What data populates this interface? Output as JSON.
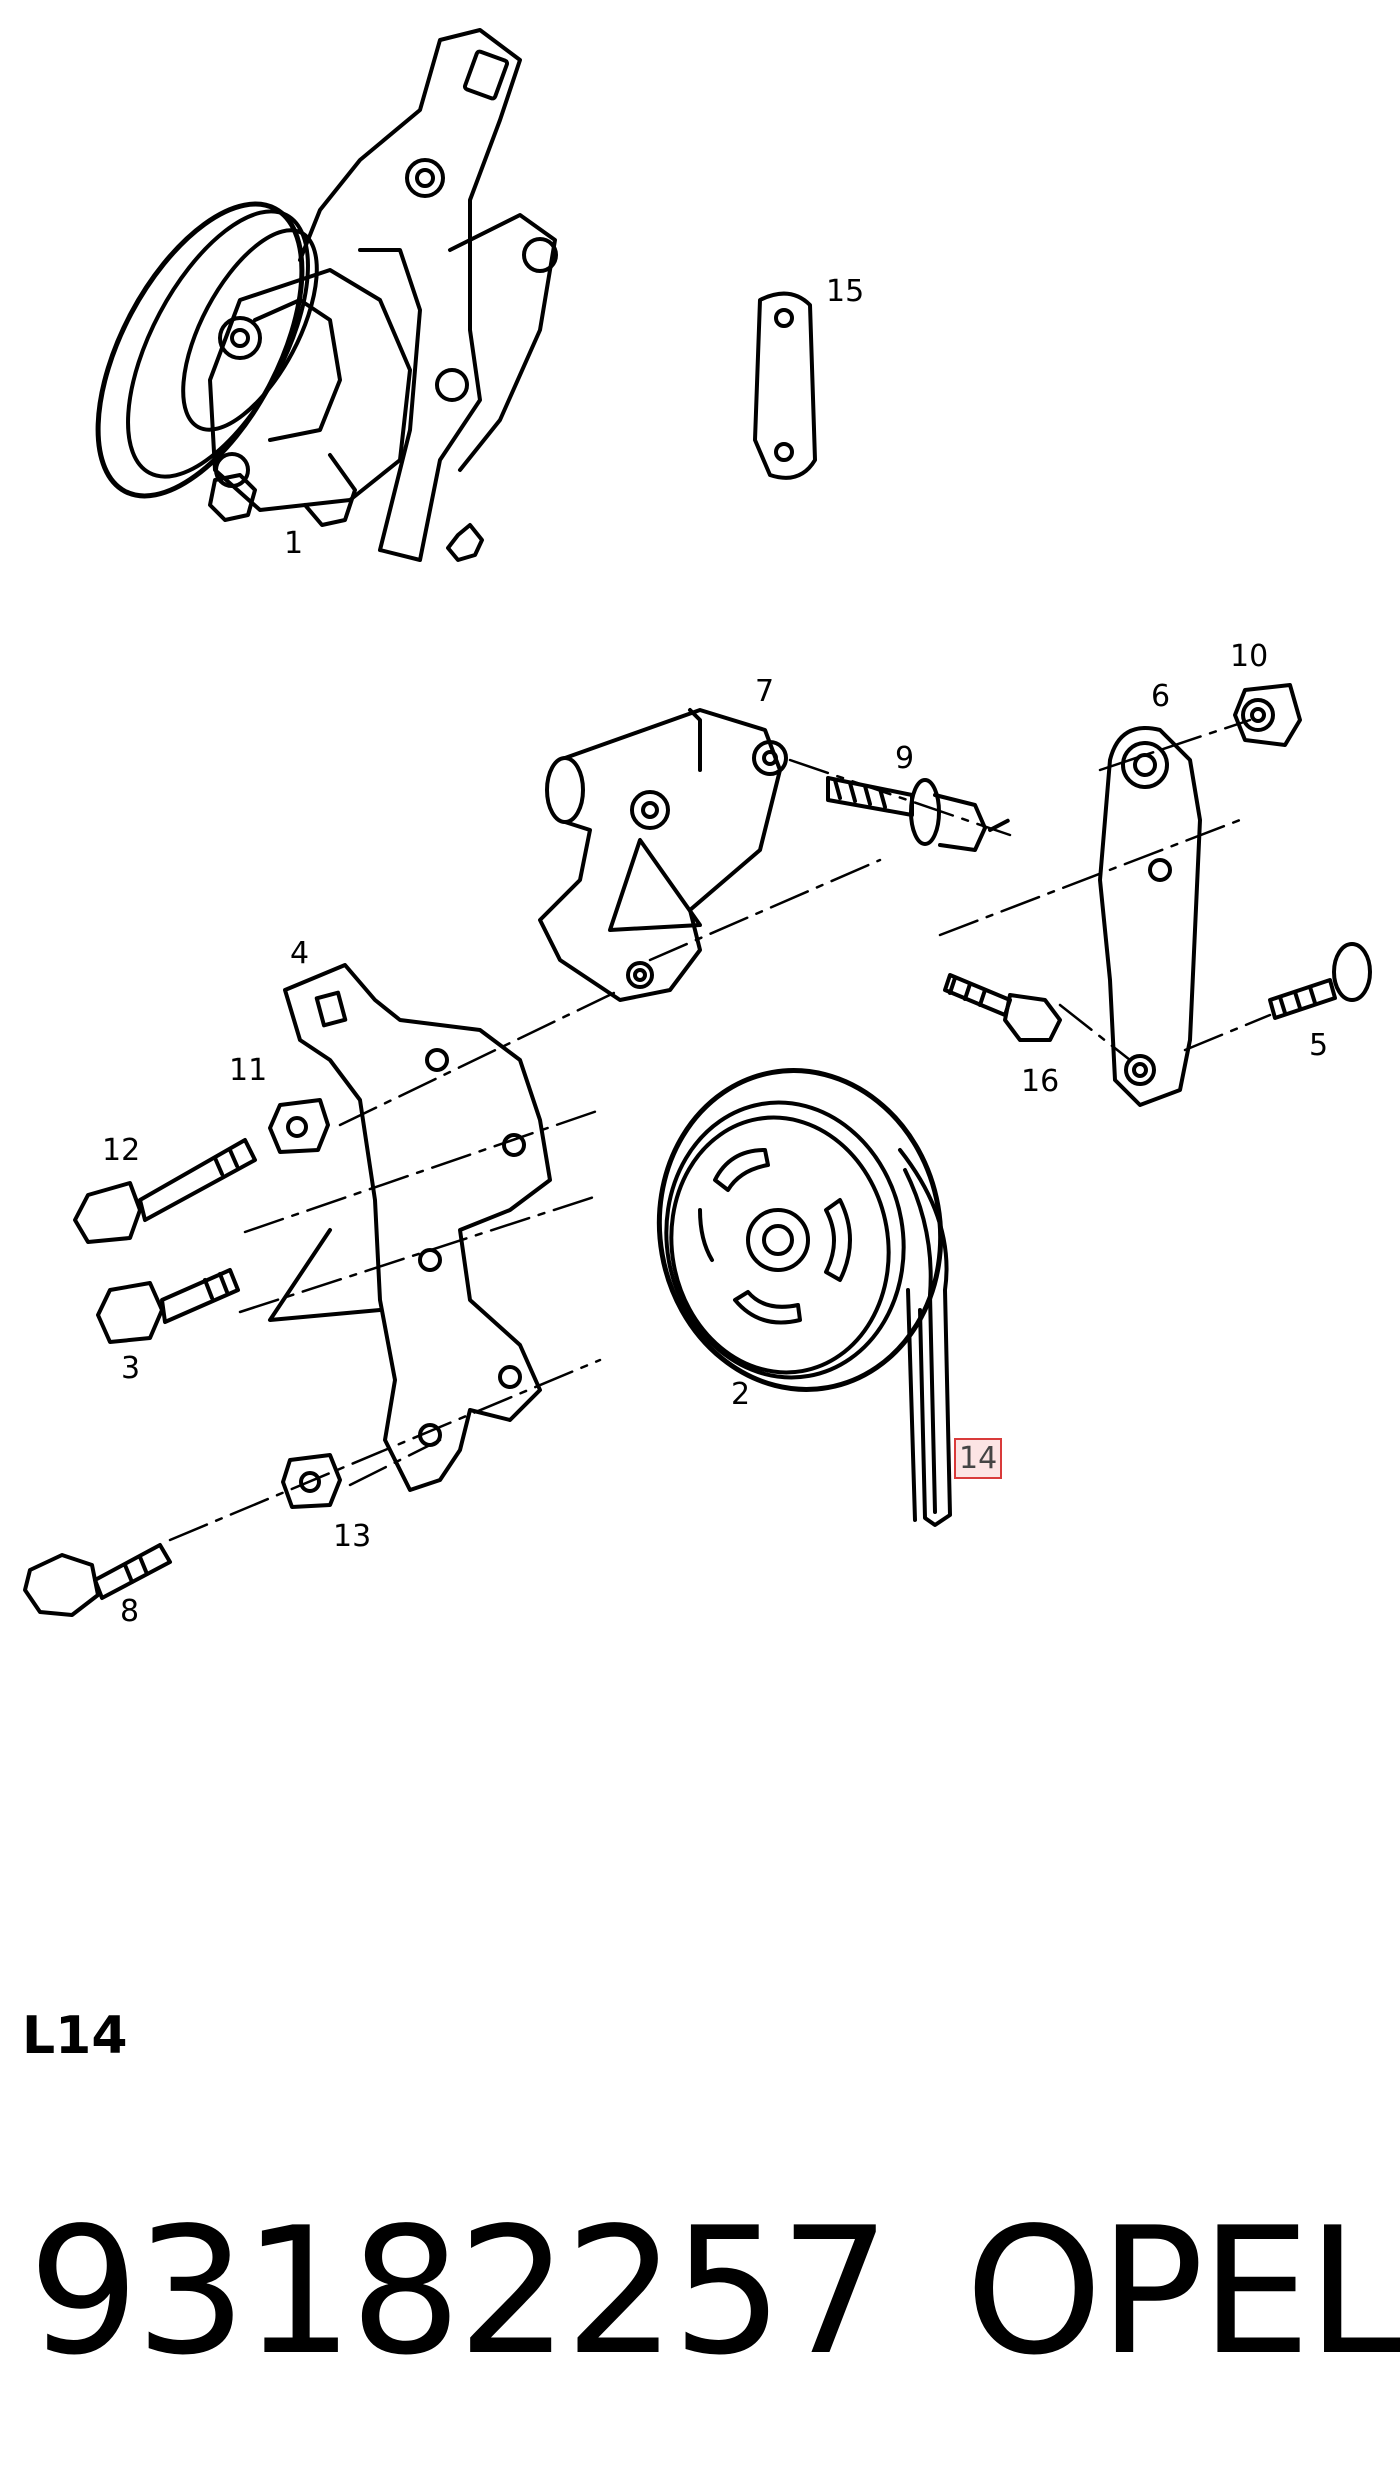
{
  "callouts": {
    "c1": "1",
    "c2": "2",
    "c3": "3",
    "c4": "4",
    "c5": "5",
    "c6": "6",
    "c7": "7",
    "c8": "8",
    "c9": "9",
    "c10": "10",
    "c11": "11",
    "c12": "12",
    "c13": "13",
    "c14": "14",
    "c15": "15",
    "c16": "16"
  },
  "highlighted_callout": "14",
  "highlight_color": "#d93a3a",
  "variant_code": "L14",
  "part_number": "93182257",
  "brand": "OPEL"
}
